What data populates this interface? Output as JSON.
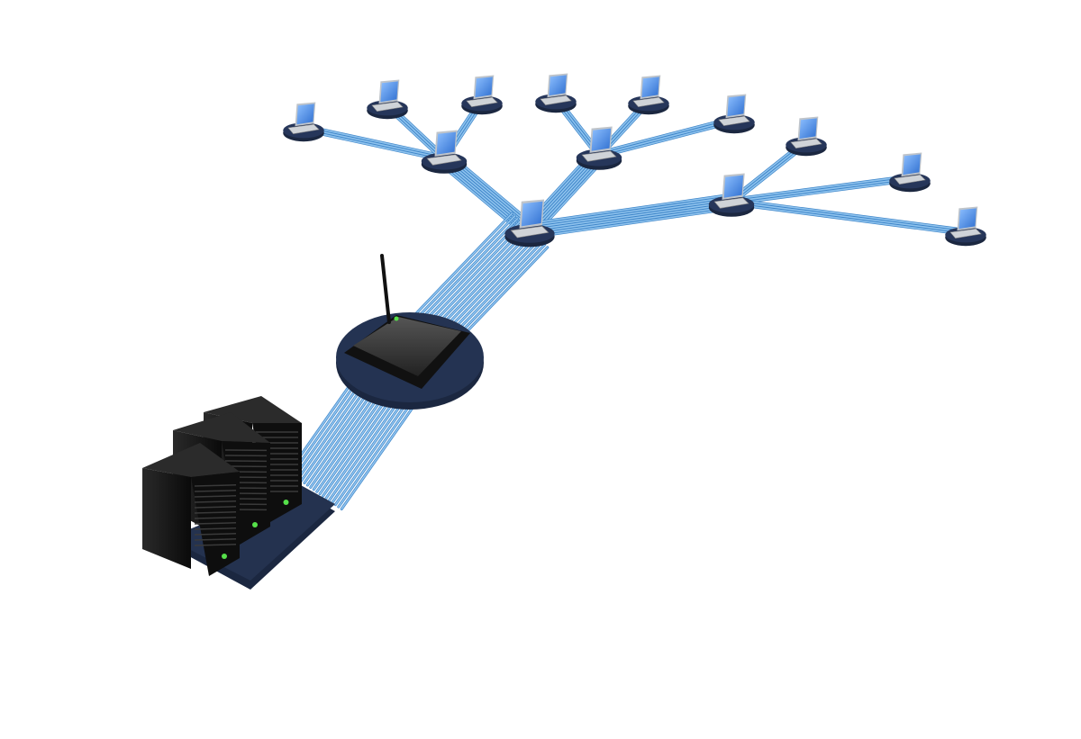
{
  "diagram": {
    "nodes": {
      "server_rack": {
        "type": "server",
        "units": 3,
        "status_lights": "on"
      },
      "router": {
        "type": "wireless-router",
        "status_light": "on"
      },
      "laptops": 13
    },
    "colors": {
      "background": "#ffffff",
      "cable": "#8fc3ee",
      "cable_edge": "#3f86c9",
      "base": "#1b2740",
      "device_dark": "#1a1a1a",
      "screen": "#4a90e6",
      "status_light": "#56e04a"
    }
  }
}
